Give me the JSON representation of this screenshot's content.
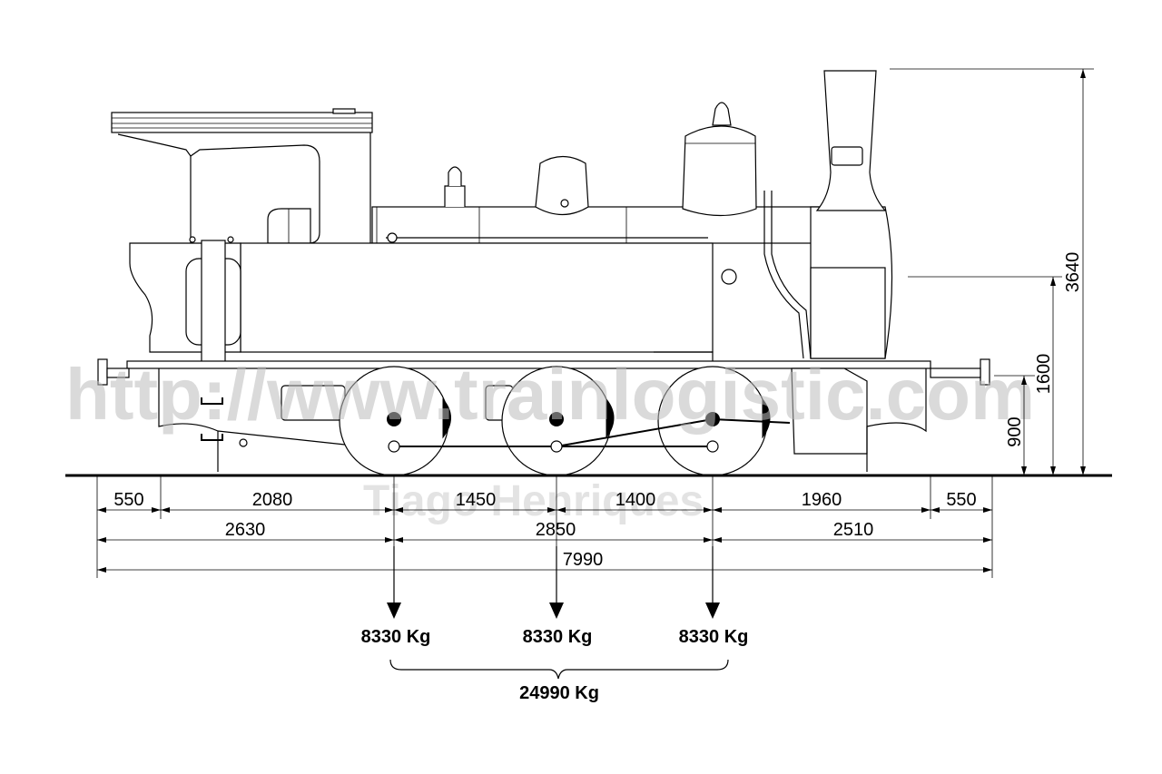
{
  "watermark": {
    "url": "http://www.trainlogistic.com",
    "author": "Tiago Henriques"
  },
  "dimensions": {
    "row1": [
      "550",
      "2080",
      "1450",
      "1400",
      "1960",
      "550"
    ],
    "row2": [
      "2630",
      "2850",
      "2510"
    ],
    "total": "7990",
    "heights": [
      "900",
      "1600",
      "3640"
    ]
  },
  "axle_loads": [
    "8330 Kg",
    "8330 Kg",
    "8330 Kg"
  ],
  "total_load": "24990 Kg",
  "colors": {
    "line": "#000000",
    "watermark": "#bdbdbd"
  }
}
